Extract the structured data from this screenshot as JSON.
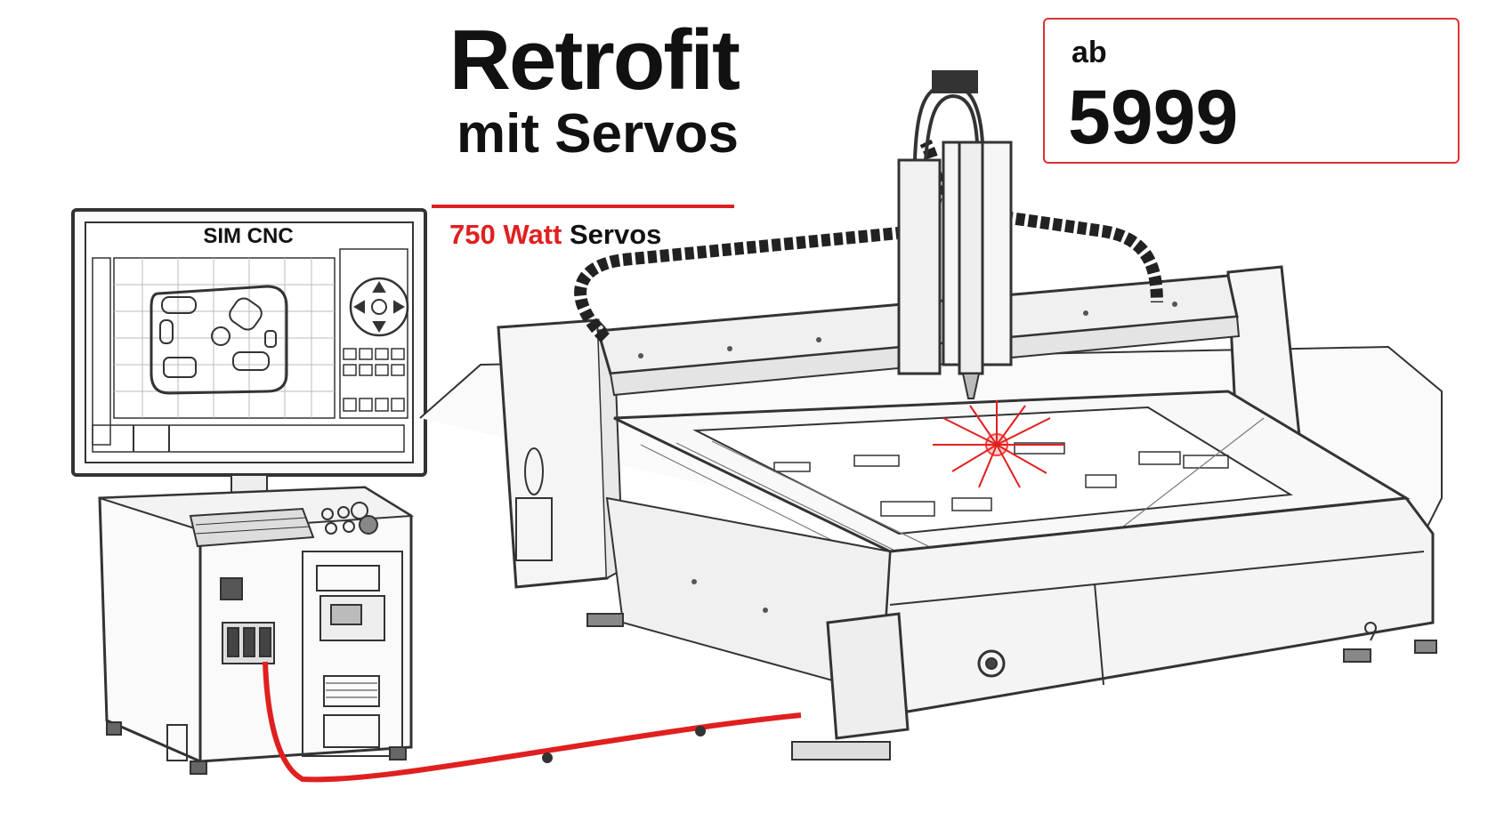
{
  "headline": {
    "title": "Retrofit",
    "subtitle": "mit Servos"
  },
  "tagline": {
    "highlight": "750 Watt",
    "rest": "Servos"
  },
  "price": {
    "prefix": "ab",
    "value": "5999"
  },
  "monitor": {
    "screen_title": "SIM CNC"
  },
  "colors": {
    "accent": "#e02020",
    "ink": "#111111",
    "sketch": "#333333"
  }
}
